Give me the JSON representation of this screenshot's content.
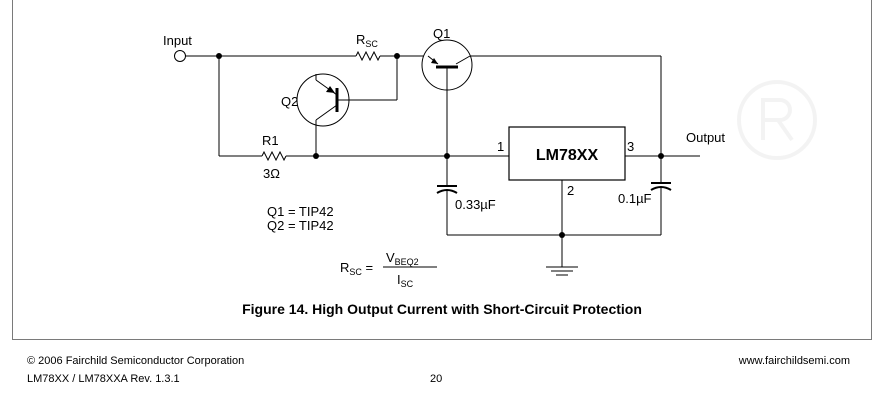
{
  "figure": {
    "caption": "Figure 14. High Output Current with Short-Circuit Protection",
    "watermark_icon": "registered-trademark-icon"
  },
  "labels": {
    "input": "Input",
    "output": "Output",
    "rsc": "R",
    "rsc_sub": "SC",
    "q1": "Q1",
    "q2": "Q2",
    "r1": "R1",
    "r1_value": "3Ω",
    "ic": "LM78XX",
    "pin1": "1",
    "pin2": "2",
    "pin3": "3",
    "c1": "0.33µF",
    "c2": "0.1µF",
    "q1_part": "Q1 = TIP42",
    "q2_part": "Q2 = TIP42",
    "eq_lhs": "R",
    "eq_lhs_sub": "SC",
    "eq_eq": " =",
    "eq_num": "V",
    "eq_num_sub": "BEQ2",
    "eq_den": "I",
    "eq_den_sub": "SC"
  },
  "footer": {
    "copyright": "© 2006 Fairchild Semiconductor Corporation",
    "doc": "LM78XX / LM78XXA Rev. 1.3.1",
    "page": "20",
    "website": "www.fairchildsemi.com"
  }
}
